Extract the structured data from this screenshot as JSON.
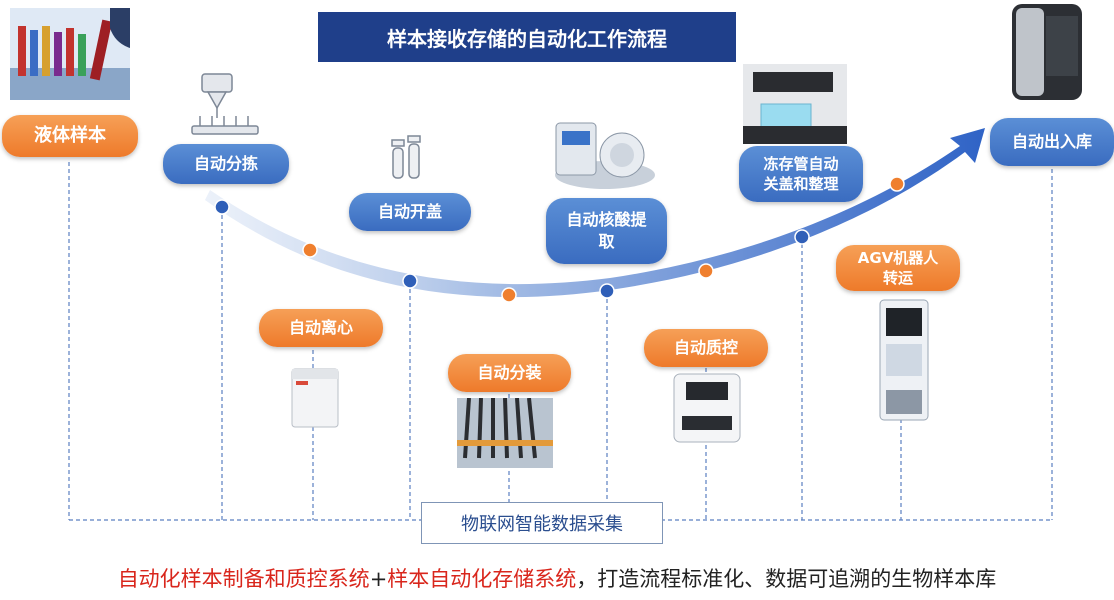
{
  "title": "样本接收存储的自动化工作流程",
  "steps": [
    {
      "label": "液体样本"
    },
    {
      "label": "自动分拣"
    },
    {
      "label": "自动开盖"
    },
    {
      "label": "自动核酸提取"
    },
    {
      "label": "冻存管自动关盖和整理"
    },
    {
      "label": "自动出入库"
    },
    {
      "label": "自动离心"
    },
    {
      "label": "自动分装"
    },
    {
      "label": "自动质控"
    },
    {
      "label": "AGV机器人转运"
    }
  ],
  "iot_label": "物联网智能数据采集",
  "bottom": {
    "red_part1": "自动化样本制备和质控系统",
    "plus": "+",
    "red_part2": "样本自动化存储系统",
    "rest": "，打造流程标准化、数据可追溯的生物样本库"
  },
  "colors": {
    "title_bg": "#1f3f8a",
    "blue_pill": "#3a6cc0",
    "orange_pill": "#ee7a2a",
    "arrow": "#3a6cc0",
    "dashed": "#5b7fc0",
    "bottom_red": "#d9261c"
  }
}
